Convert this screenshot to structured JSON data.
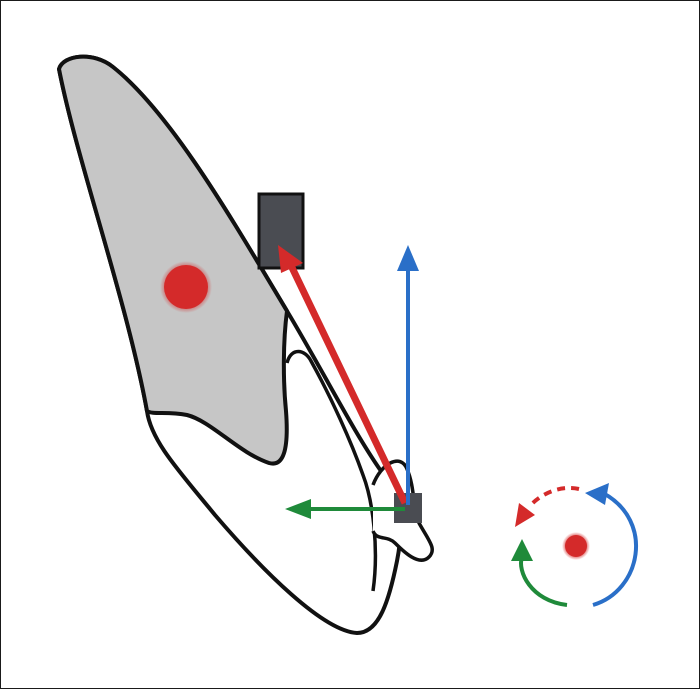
{
  "diagram": {
    "colors": {
      "outline": "#111111",
      "crown": "#c6c6c6",
      "root": "#ffffff",
      "center_point": "#d42a2a",
      "bracket": "#4a4c52",
      "force_red": "#d42a2a",
      "force_blue": "#2a6fc8",
      "force_green": "#1f8a3a"
    },
    "elements": [
      "tooth-outline",
      "tooth-crown",
      "center-of-resistance-dot",
      "upper-bracket",
      "lower-bracket",
      "red-force-arrow",
      "blue-force-arrow",
      "green-force-arrow",
      "rotation-legend"
    ]
  }
}
